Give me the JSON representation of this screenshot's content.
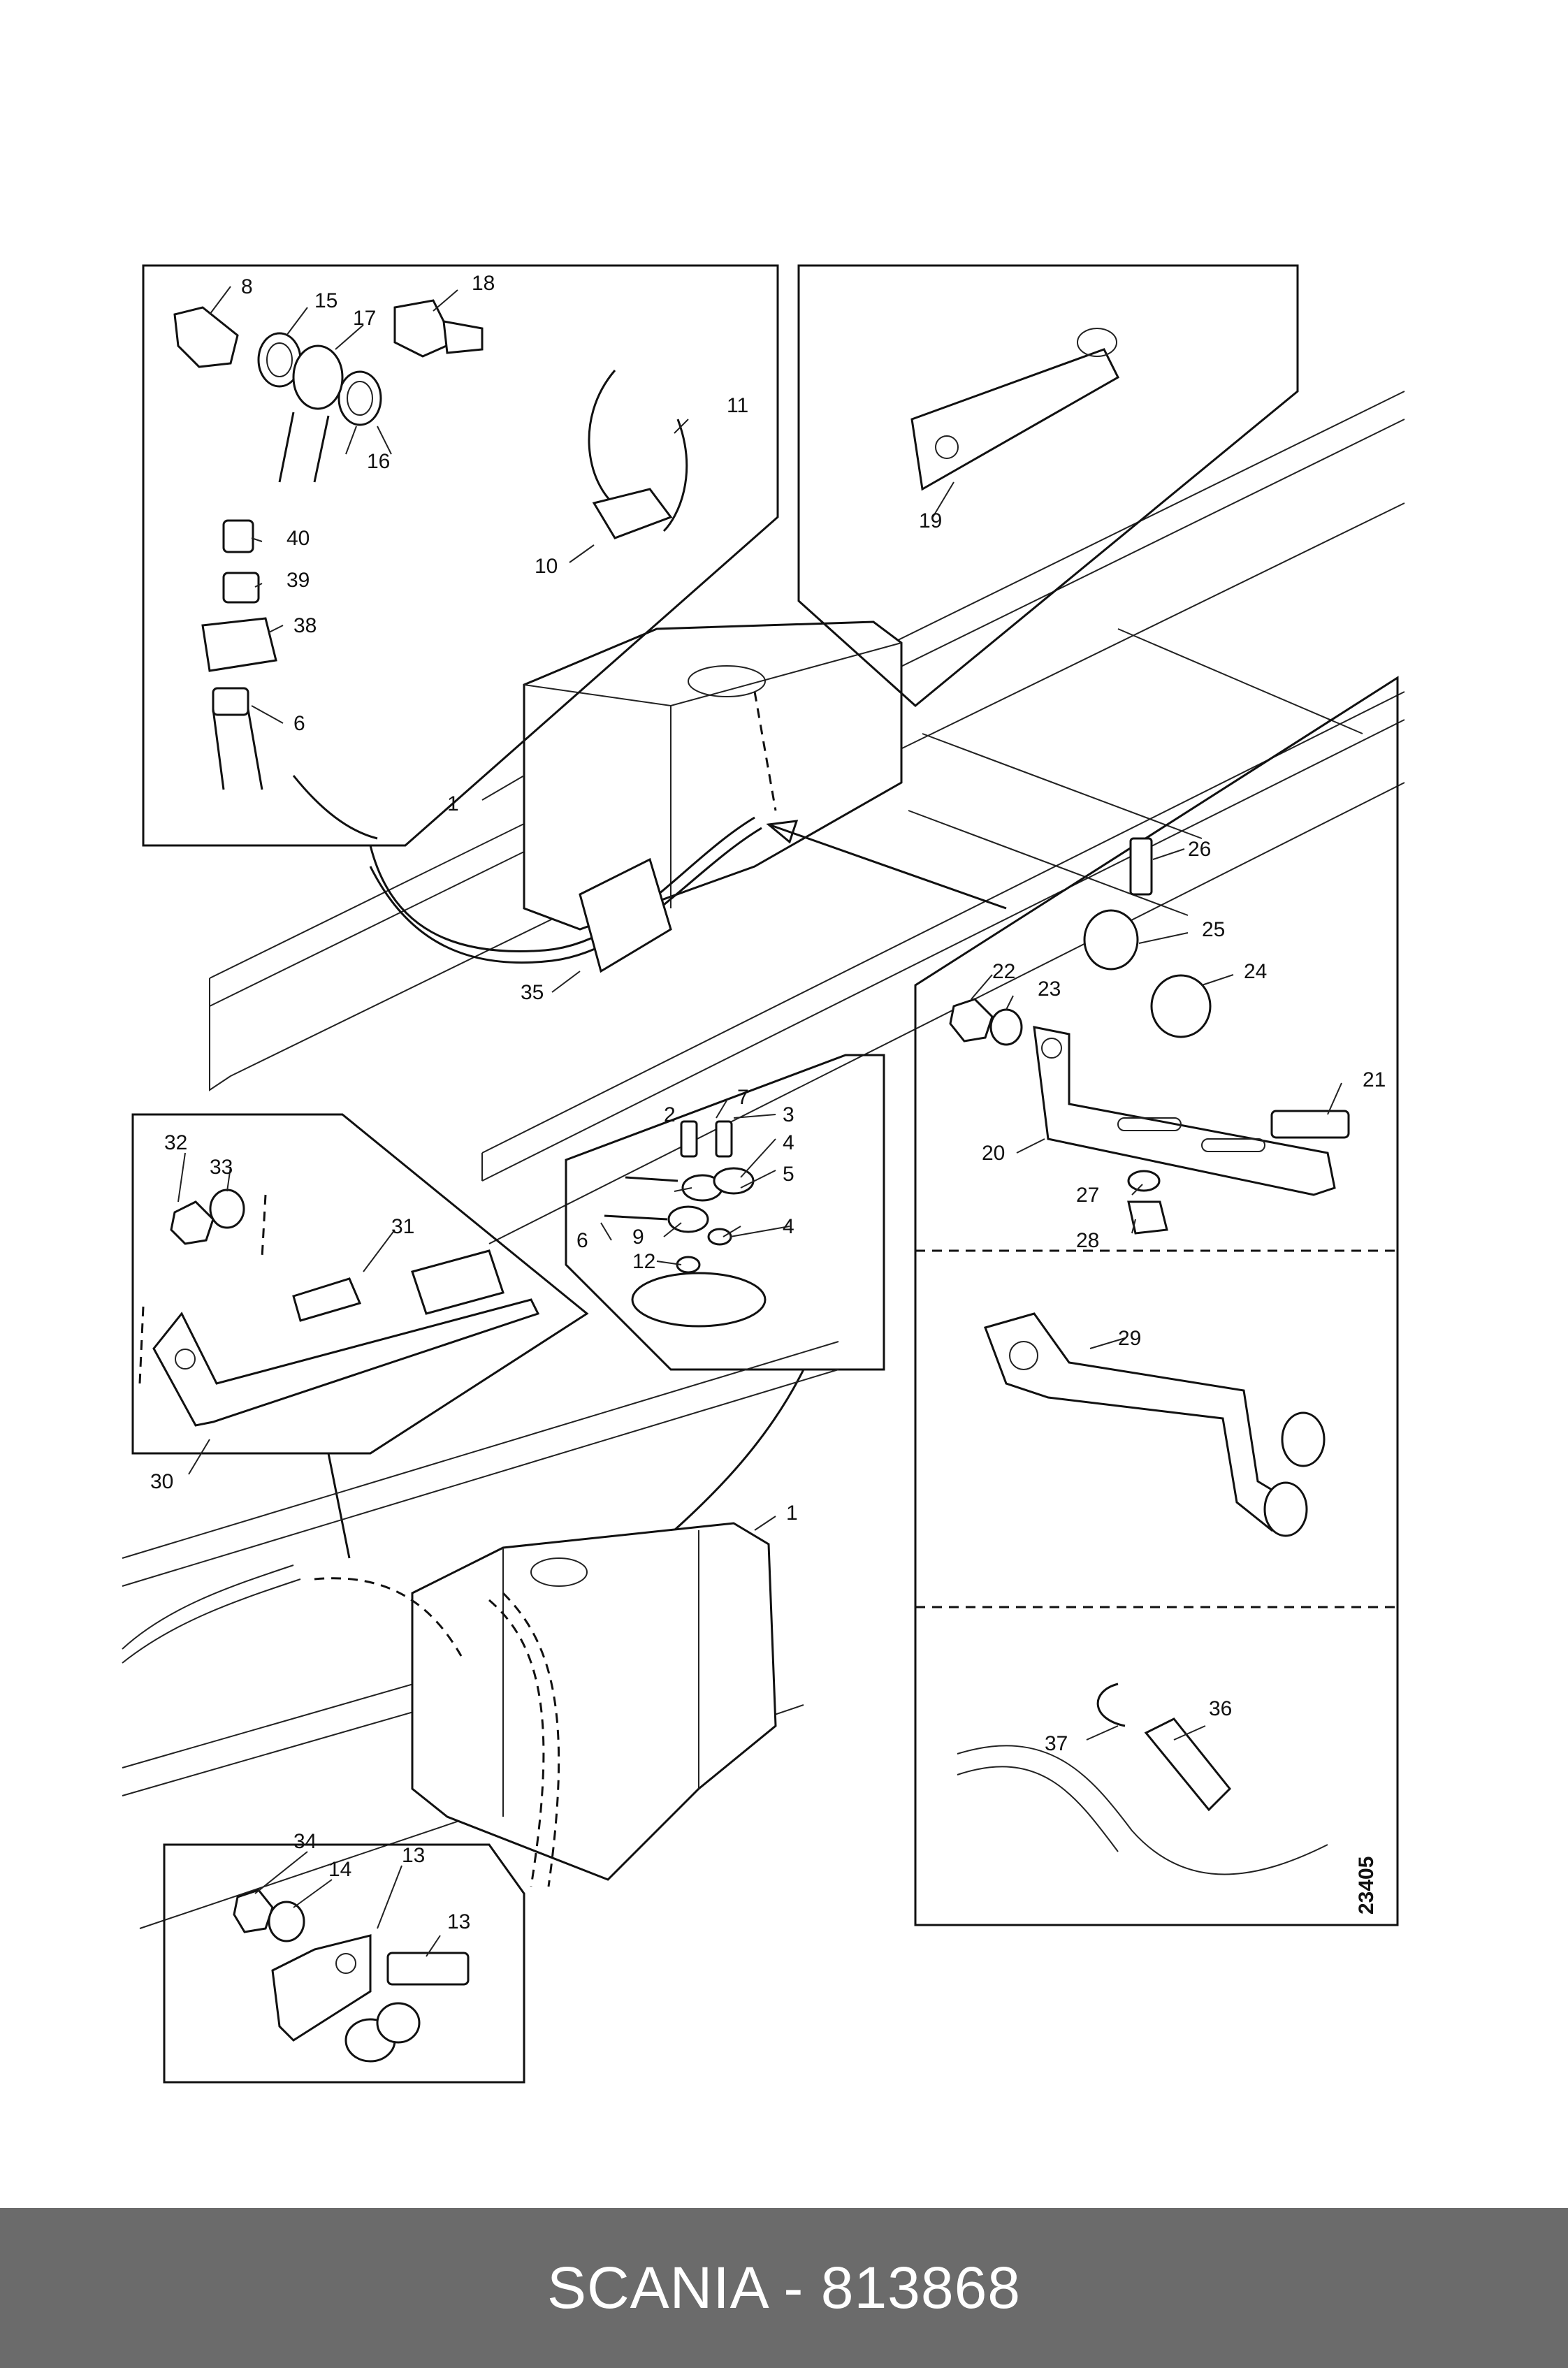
{
  "drawing_number": "23405",
  "footer": {
    "text": "SCANIA - 813868"
  },
  "callouts": [
    {
      "id": "c1a",
      "text": "1"
    },
    {
      "id": "c1b",
      "text": "1"
    },
    {
      "id": "c2",
      "text": "2"
    },
    {
      "id": "c3",
      "text": "3"
    },
    {
      "id": "c4a",
      "text": "4"
    },
    {
      "id": "c4b",
      "text": "4"
    },
    {
      "id": "c5",
      "text": "5"
    },
    {
      "id": "c6a",
      "text": "6"
    },
    {
      "id": "c6b",
      "text": "6"
    },
    {
      "id": "c7",
      "text": "7"
    },
    {
      "id": "c8",
      "text": "8"
    },
    {
      "id": "c9",
      "text": "9"
    },
    {
      "id": "c10",
      "text": "10"
    },
    {
      "id": "c11",
      "text": "11"
    },
    {
      "id": "c12",
      "text": "12"
    },
    {
      "id": "c13a",
      "text": "13"
    },
    {
      "id": "c13b",
      "text": "13"
    },
    {
      "id": "c14",
      "text": "14"
    },
    {
      "id": "c15",
      "text": "15"
    },
    {
      "id": "c16",
      "text": "16"
    },
    {
      "id": "c17",
      "text": "17"
    },
    {
      "id": "c18",
      "text": "18"
    },
    {
      "id": "c19",
      "text": "19"
    },
    {
      "id": "c20",
      "text": "20"
    },
    {
      "id": "c21",
      "text": "21"
    },
    {
      "id": "c22",
      "text": "22"
    },
    {
      "id": "c23",
      "text": "23"
    },
    {
      "id": "c24",
      "text": "24"
    },
    {
      "id": "c25",
      "text": "25"
    },
    {
      "id": "c26",
      "text": "26"
    },
    {
      "id": "c27",
      "text": "27"
    },
    {
      "id": "c28",
      "text": "28"
    },
    {
      "id": "c29",
      "text": "29"
    },
    {
      "id": "c30",
      "text": "30"
    },
    {
      "id": "c31",
      "text": "31"
    },
    {
      "id": "c32",
      "text": "32"
    },
    {
      "id": "c33",
      "text": "33"
    },
    {
      "id": "c34",
      "text": "34"
    },
    {
      "id": "c35",
      "text": "35"
    },
    {
      "id": "c36",
      "text": "36"
    },
    {
      "id": "c37",
      "text": "37"
    },
    {
      "id": "c38",
      "text": "38"
    },
    {
      "id": "c39",
      "text": "39"
    },
    {
      "id": "c40",
      "text": "40"
    }
  ]
}
